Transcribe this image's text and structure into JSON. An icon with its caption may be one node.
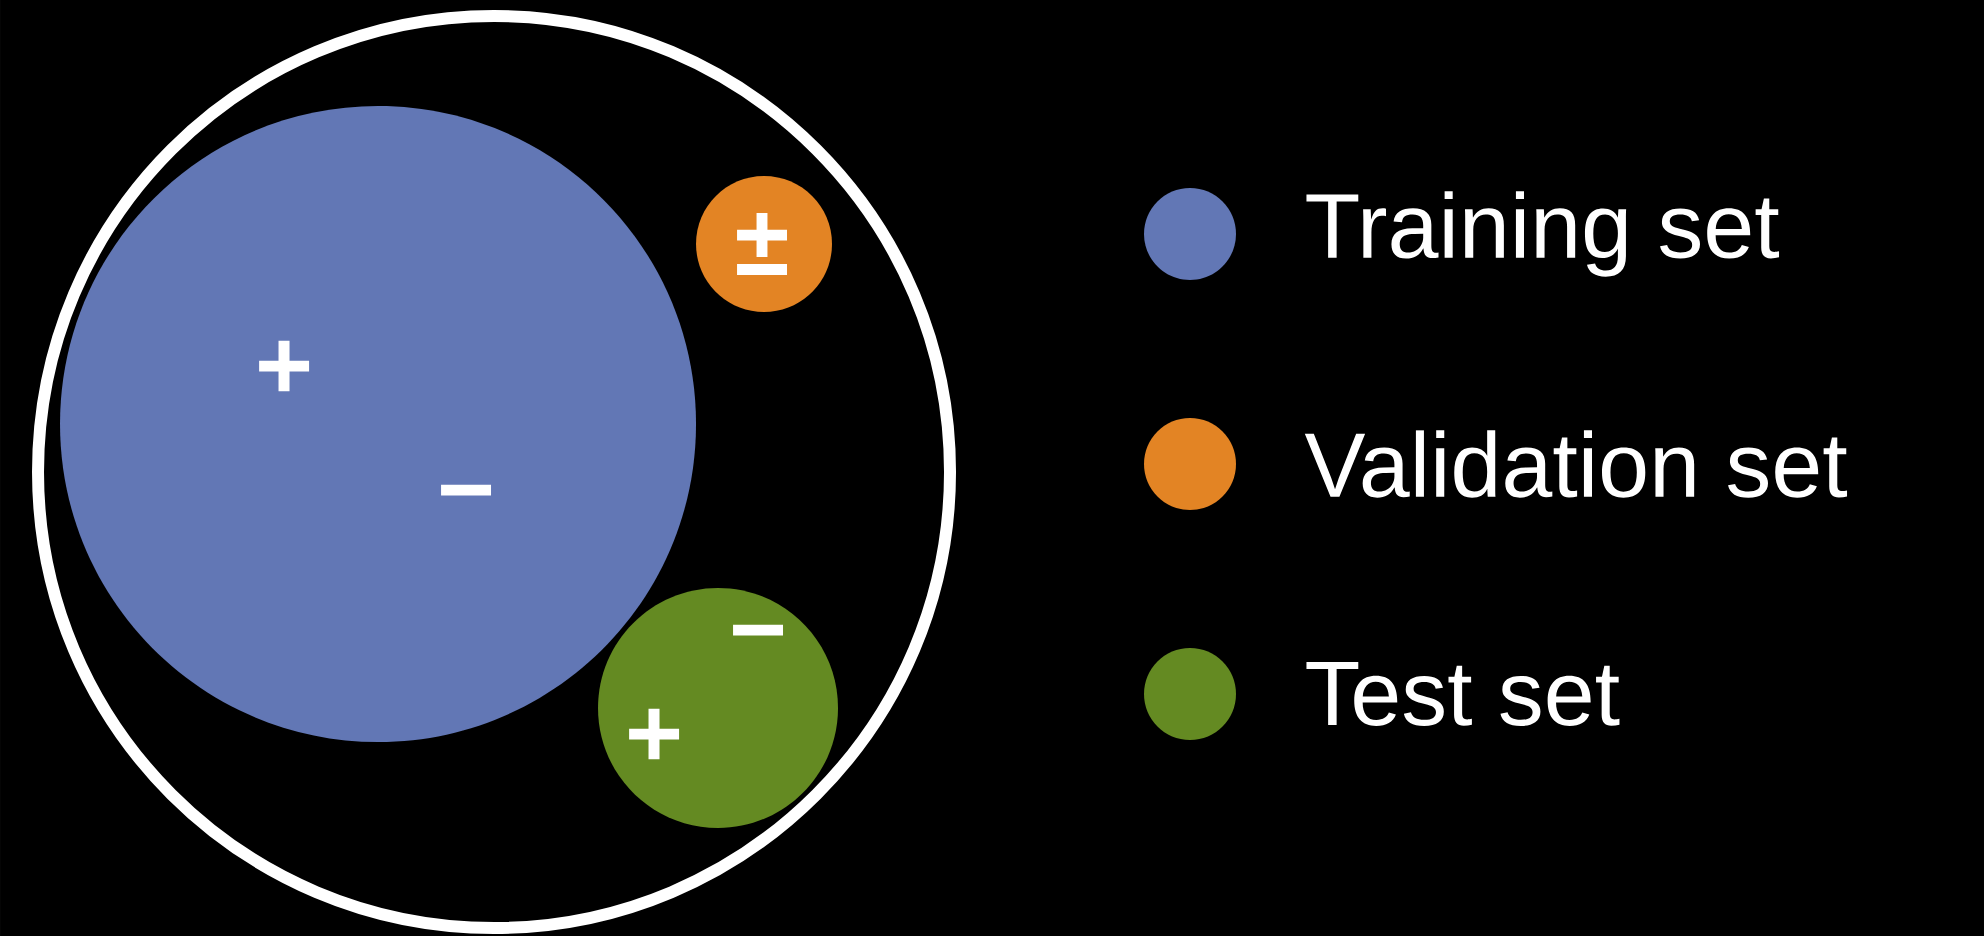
{
  "diagram": {
    "nodes": [
      {
        "text": [],
        "shape": "circle"
      },
      {
        "text": [
          "+",
          "−"
        ],
        "in": 0
      },
      {
        "text": [
          "±"
        ],
        "in": 0
      },
      {
        "text": [
          "−",
          "+"
        ],
        "in": 0
      }
    ],
    "legend": [
      {
        "text": "Training set",
        "color": "#6277b5"
      },
      {
        "text": "Validation set",
        "color": "#e38424"
      },
      {
        "text": "Test set",
        "color": "#648a22"
      }
    ]
  }
}
